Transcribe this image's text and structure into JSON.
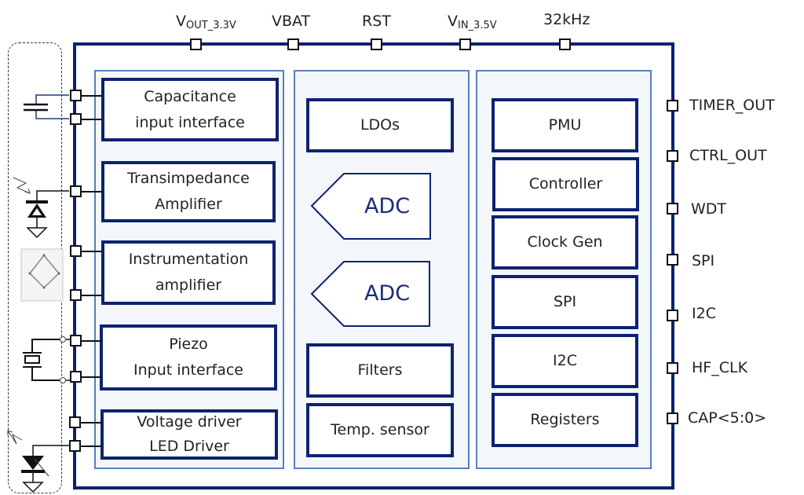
{
  "top_pins": [
    {
      "main": "V",
      "sub": "OUT_3.3V"
    },
    {
      "main": "VBAT",
      "sub": ""
    },
    {
      "main": "RST",
      "sub": ""
    },
    {
      "main": "V",
      "sub": "IN_3.5V"
    },
    {
      "main": "32kHz",
      "sub": ""
    }
  ],
  "right_pins": [
    "TIMER_OUT",
    "CTRL_OUT",
    "WDT",
    "SPI",
    "I2C",
    "HF_CLK",
    "CAP<5:0>"
  ],
  "left_column": {
    "blocks": [
      {
        "line1": "Capacitance",
        "line2": "input interface"
      },
      {
        "line1": "Transimpedance",
        "line2": "Amplifier"
      },
      {
        "line1": "Instrumentation",
        "line2": "amplifier"
      },
      {
        "line1": "Piezo",
        "line2": "Input interface"
      },
      {
        "line1": "Voltage driver",
        "line2": "LED Driver"
      }
    ]
  },
  "middle_column": {
    "ldo": "LDOs",
    "adc1": "ADC",
    "adc2": "ADC",
    "filters": "Filters",
    "temp": "Temp. sensor"
  },
  "right_column": {
    "blocks": [
      "PMU",
      "Controller",
      "Clock Gen",
      "SPI",
      "I2C",
      "Registers"
    ]
  },
  "external_components": [
    "capacitor-symbol",
    "photodiode-symbol",
    "bridge-sensor-symbol",
    "piezo-crystal-symbol",
    "led-symbol"
  ],
  "colors": {
    "chip_border": "#0c2270",
    "column_border": "#5a7dbe",
    "column_fill": "#f3f7fc",
    "adc_text": "#1a2d7a"
  }
}
